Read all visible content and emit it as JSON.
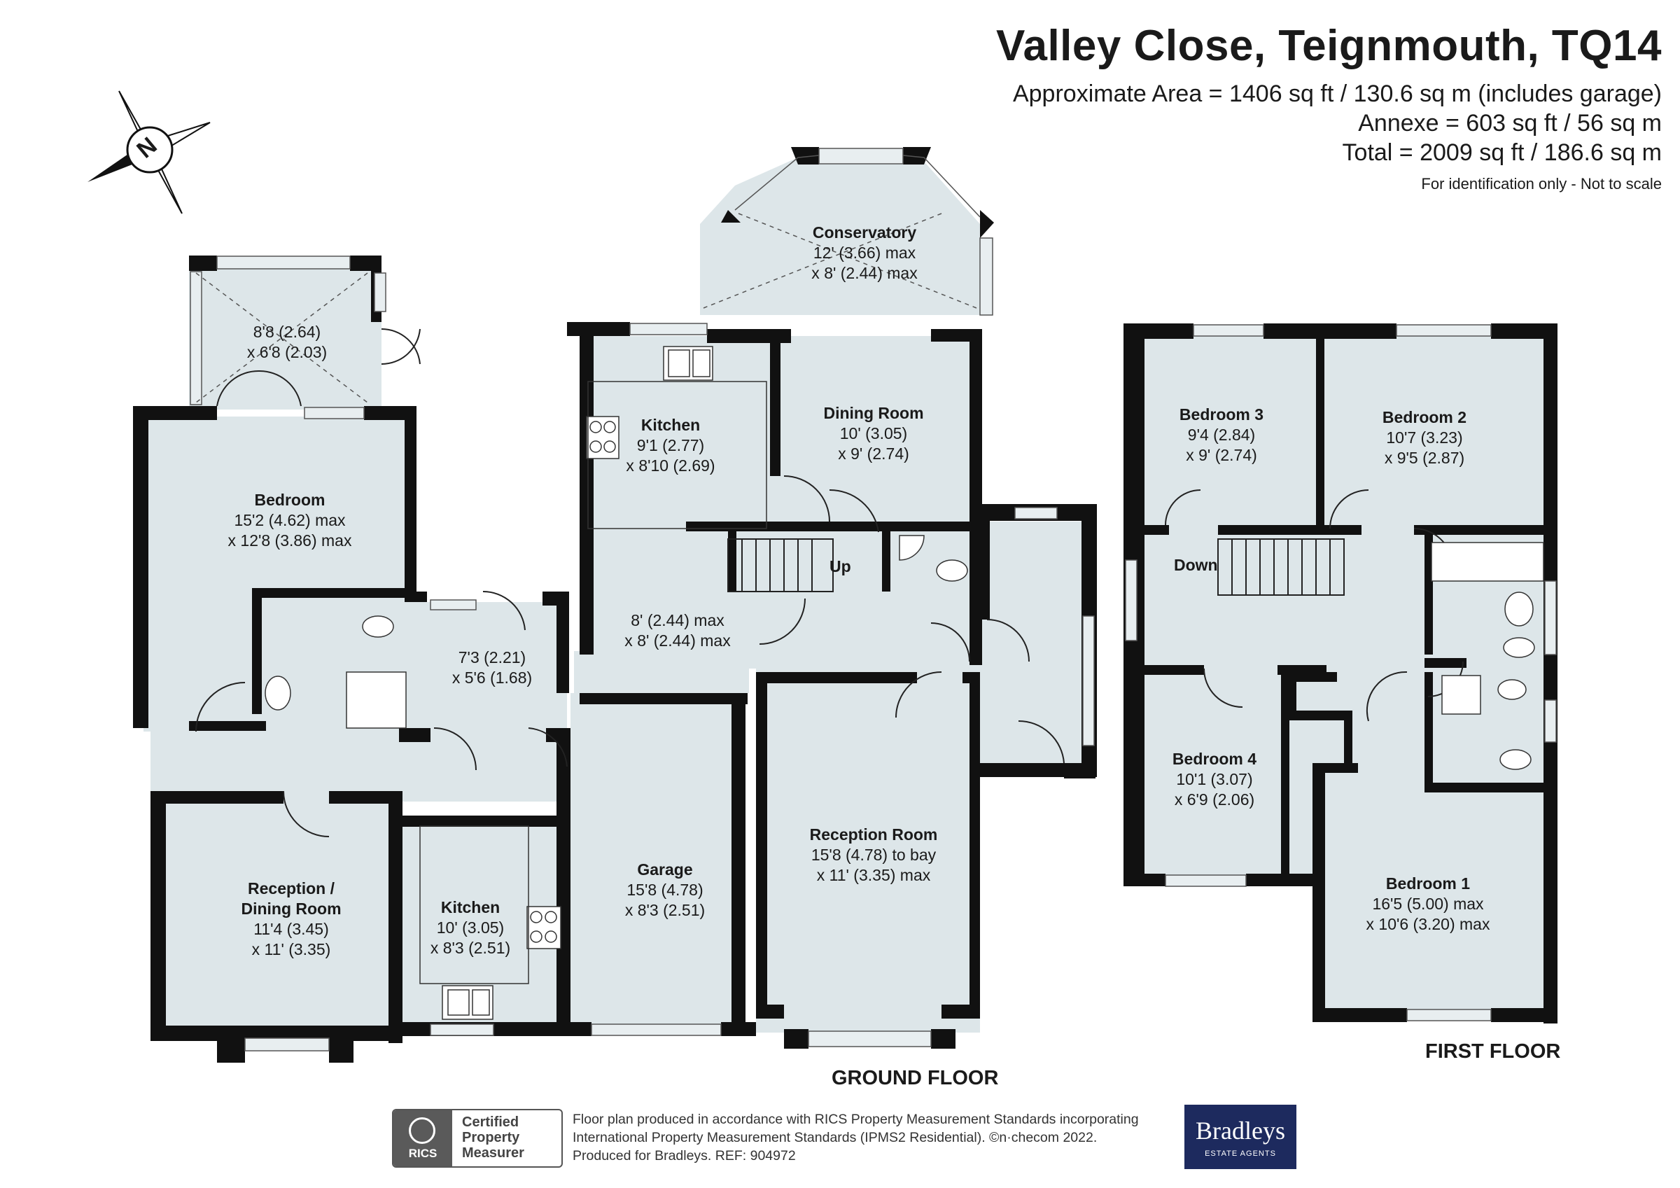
{
  "header": {
    "title": "Valley Close, Teignmouth, TQ14",
    "area_lines": [
      "Approximate Area = 1406 sq ft / 130.6 sq m (includes garage)",
      "Annexe  = 603 sq ft / 56 sq m",
      "Total = 2009 sq ft / 186.6 sq m"
    ],
    "disclaimer": "For identification only - Not to scale"
  },
  "compass": {
    "letter": "N",
    "icon": "compass-north-icon"
  },
  "floors": {
    "ground": "GROUND FLOOR",
    "first": "FIRST FLOOR"
  },
  "rooms": {
    "conservatory": {
      "name": "Conservatory",
      "dims": [
        "12' (3.66) max",
        "x 8' (2.44) max"
      ]
    },
    "annexe_porch": {
      "name": "",
      "dims": [
        "8'8 (2.64)",
        "x 6'8 (2.03)"
      ]
    },
    "kitchen_main": {
      "name": "Kitchen",
      "dims": [
        "9'1 (2.77)",
        "x 8'10 (2.69)"
      ]
    },
    "dining_room": {
      "name": "Dining Room",
      "dims": [
        "10' (3.05)",
        "x 9' (2.74)"
      ]
    },
    "annexe_bedroom": {
      "name": "Bedroom",
      "dims": [
        "15'2 (4.62) max",
        "x 12'8 (3.86) max"
      ]
    },
    "utility": {
      "name": "",
      "dims": [
        "8' (2.44) max",
        "x 8' (2.44) max"
      ]
    },
    "annexe_lobby": {
      "name": "",
      "dims": [
        "7'3 (2.21)",
        "x 5'6 (1.68)"
      ]
    },
    "reception_room": {
      "name": "Reception Room",
      "dims": [
        "15'8 (4.78) to bay",
        "x 11' (3.35) max"
      ]
    },
    "reception_dining": {
      "name": "Reception /",
      "name2": "Dining Room",
      "dims": [
        "11'4 (3.45)",
        "x 11' (3.35)"
      ]
    },
    "annexe_kitchen": {
      "name": "Kitchen",
      "dims": [
        "10' (3.05)",
        "x 8'3 (2.51)"
      ]
    },
    "garage": {
      "name": "Garage",
      "dims": [
        "15'8 (4.78)",
        "x 8'3 (2.51)"
      ]
    },
    "bedroom3": {
      "name": "Bedroom 3",
      "dims": [
        "9'4 (2.84)",
        "x 9' (2.74)"
      ]
    },
    "bedroom2": {
      "name": "Bedroom 2",
      "dims": [
        "10'7 (3.23)",
        "x 9'5 (2.87)"
      ]
    },
    "bedroom4": {
      "name": "Bedroom 4",
      "dims": [
        "10'1 (3.07)",
        "x 6'9 (2.06)"
      ]
    },
    "bedroom1": {
      "name": "Bedroom 1",
      "dims": [
        "16'5 (5.00) max",
        "x 10'6 (3.20) max"
      ]
    }
  },
  "stairs": {
    "up": "Up",
    "down": "Down"
  },
  "footer": {
    "lines": [
      "Floor plan produced in accordance with RICS Property Measurement Standards incorporating",
      "International Property Measurement Standards (IPMS2 Residential).  ©n·checom 2022.",
      "Produced for Bradleys.   REF: 904972"
    ],
    "rics_word": "RICS",
    "rics_badge": [
      "Certified",
      "Property",
      "Measurer"
    ],
    "brand_name": "Bradleys",
    "brand_sub": "ESTATE AGENTS"
  },
  "colors": {
    "wall": "#111111",
    "floor": "#dde6e9",
    "window": "#e8eef0"
  }
}
